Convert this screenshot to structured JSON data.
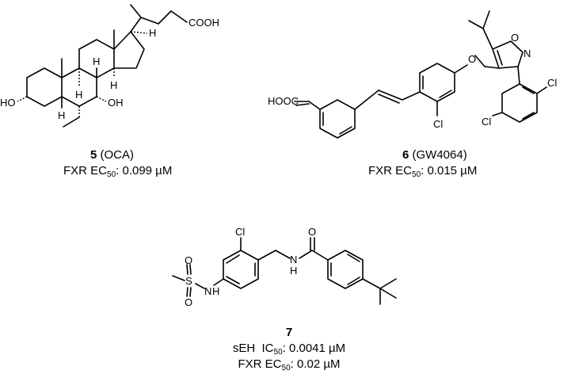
{
  "compounds": {
    "c5": {
      "number": "5",
      "name": "(OCA)",
      "assay_prefix": "FXR EC",
      "assay_sub": "50",
      "assay_value": ": 0.099 µM",
      "atom_labels": {
        "cooh": "COOH",
        "h_side": "H",
        "h_c8": "H",
        "h_c9": "H",
        "h_c14": "H",
        "h_c5": "H",
        "ho": "HO",
        "oh": "OH"
      }
    },
    "c6": {
      "number": "6",
      "name": "(GW4064)",
      "assay_prefix": "FXR EC",
      "assay_sub": "50",
      "assay_value": ": 0.015 µM",
      "atom_labels": {
        "hooc": "HOOC",
        "cl_left": "Cl",
        "o_ether": "O",
        "o_ring": "O",
        "n_ring": "N",
        "cl_top": "Cl",
        "cl_bottom": "Cl"
      }
    },
    "c7": {
      "number": "7",
      "line1_prefix": "sEH  IC",
      "line1_sub": "50",
      "line1_value": ": 0.0041 µM",
      "line2_prefix": "FXR EC",
      "line2_sub": "50",
      "line2_value": ": 0.02 µM",
      "atom_labels": {
        "s": "S",
        "o_top": "O",
        "o_bottom": "O",
        "nh_sulfonamide": "N",
        "h_sulfonamide": "H",
        "cl": "Cl",
        "nh_amide": "N",
        "h_amide": "H",
        "o_carbonyl": "O"
      }
    }
  }
}
